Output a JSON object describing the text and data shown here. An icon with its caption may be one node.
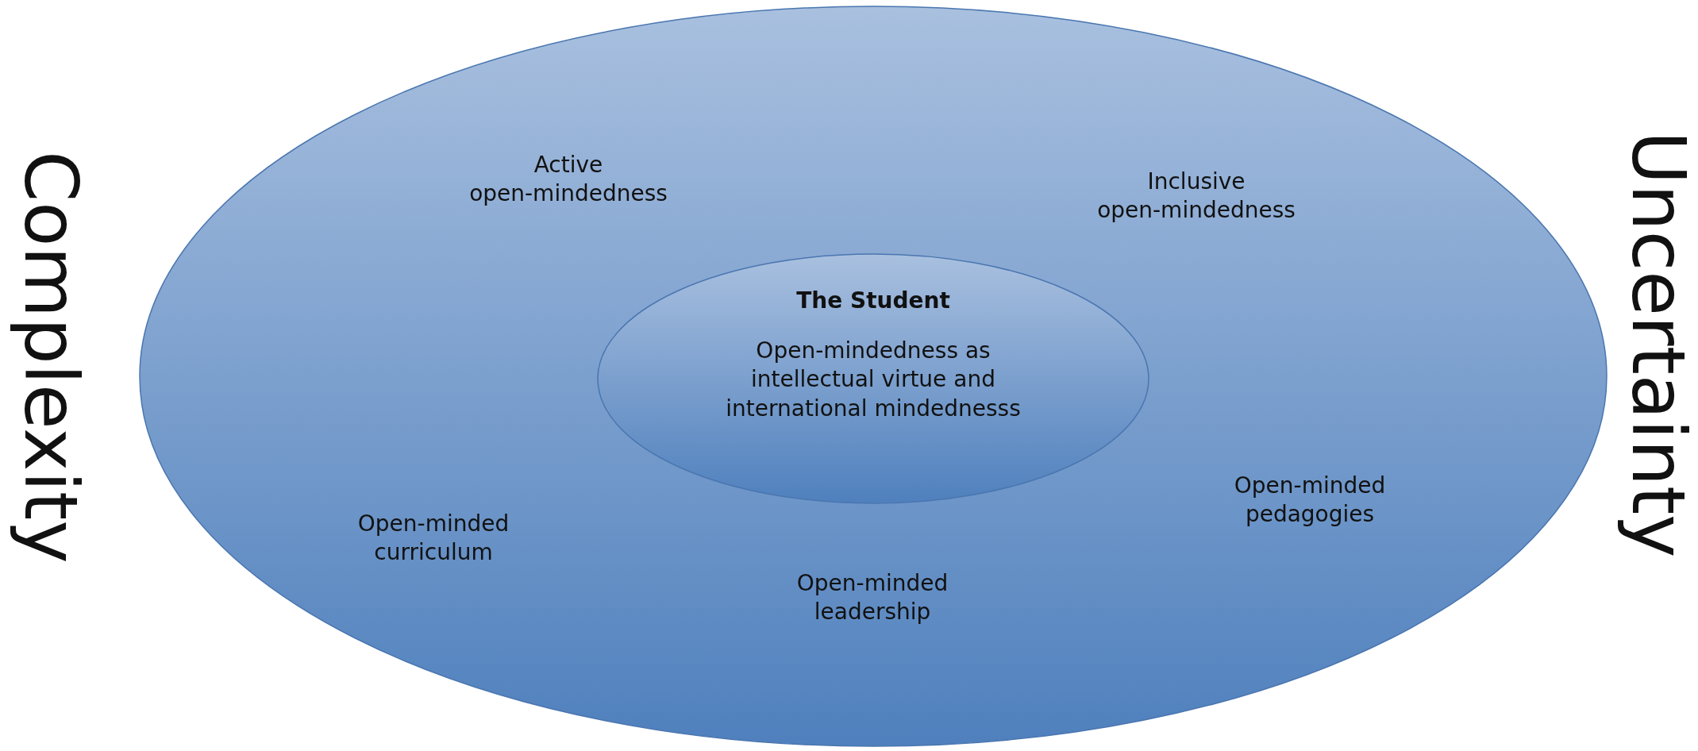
{
  "diagram": {
    "nodes": [
      {
        "text": [
          "Active open-mindedness",
          "Inclusive open-mindedness",
          "Open-minded curriculum",
          "Open-minded leadership",
          "Open-minded pedagogies"
        ]
      },
      {
        "text": [
          "The Student",
          "Open-mindedness as intellectual virtue and international mindednesss"
        ],
        "in": 0
      }
    ],
    "labels": [
      "Complexity",
      "Uncertainty"
    ]
  }
}
